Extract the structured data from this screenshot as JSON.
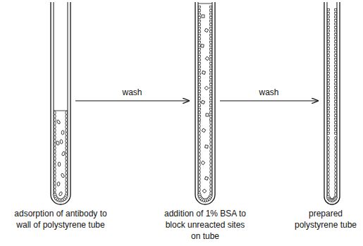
{
  "diagram": {
    "nodes": [
      {
        "text": [
          "adsorption of antibody to wall of polystyrene tube"
        ]
      },
      {
        "text": [
          "addition of 1% BSA to block unreacted sites on tube"
        ]
      },
      {
        "text": [
          "prepared polystyrene tube"
        ]
      }
    ],
    "edges": [
      {
        "from": 0,
        "to": 1,
        "arrow": "to",
        "label": "wash"
      },
      {
        "from": 1,
        "to": 2,
        "arrow": "to",
        "label": "wash"
      }
    ]
  }
}
